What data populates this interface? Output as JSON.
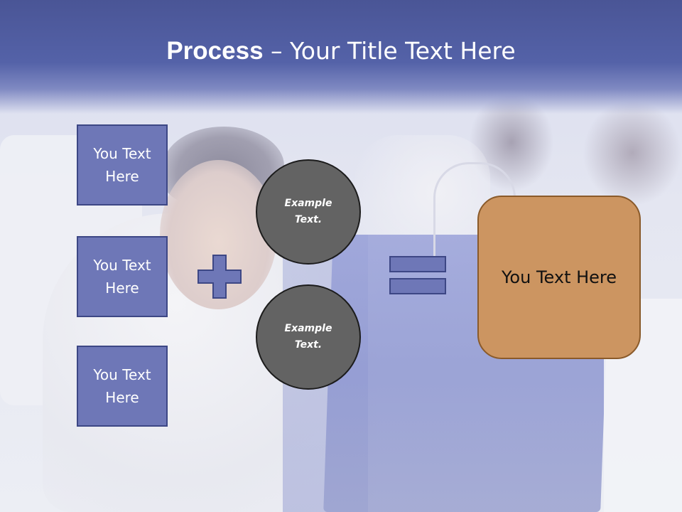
{
  "title": {
    "bold": "Process",
    "rest": " – Your Title Text Here"
  },
  "left_boxes": [
    {
      "label": "You Text\nHere"
    },
    {
      "label": "You Text\nHere"
    },
    {
      "label": "You Text\nHere"
    }
  ],
  "circles": [
    {
      "label": "Example\nText."
    },
    {
      "label": "Example\nText."
    }
  ],
  "result": {
    "label": "You Text Here"
  },
  "colors": {
    "header": "#5462a8",
    "box_fill": "#6e77b7",
    "circle_fill": "#636363",
    "result_fill": "#cc9561"
  },
  "icons": {
    "plus": "plus-icon",
    "equals": "equals-icon"
  }
}
